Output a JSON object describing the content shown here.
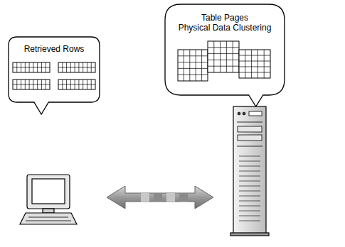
{
  "diagram": {
    "nodes": [
      {
        "text": [
          "Retrieved Rows"
        ]
      },
      {
        "text": [
          "Table Pages",
          "Physical Data Clustering"
        ]
      }
    ]
  }
}
